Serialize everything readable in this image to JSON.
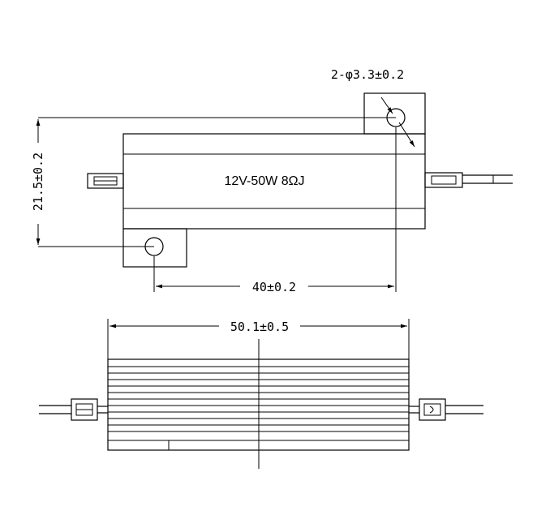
{
  "top_view": {
    "body_label": "12V-50W 8ΩJ",
    "hole_note": "2-φ3.3±0.2",
    "height_dim": "21.5±0.2",
    "hole_spacing_dim": "40±0.2"
  },
  "side_view": {
    "length_dim": "50.1±0.5"
  }
}
